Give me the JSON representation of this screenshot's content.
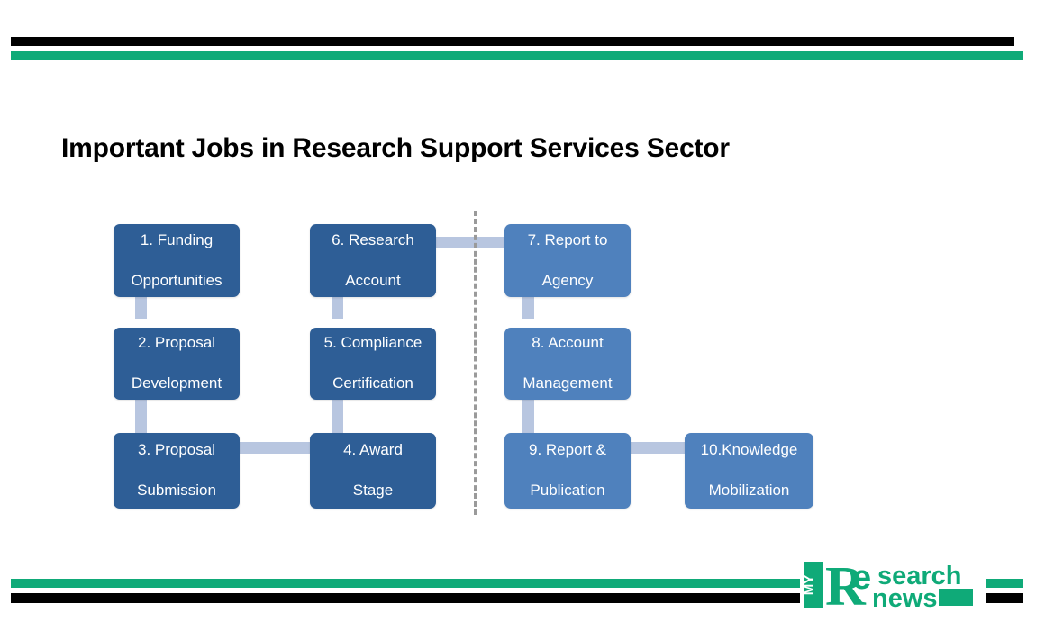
{
  "slide": {
    "title": "Important Jobs in Research Support Services Sector",
    "colors": {
      "dark_blue": "#2e5e96",
      "light_blue": "#4f81bd",
      "connector": "#b8c6e0",
      "divider": "#9a9a9a",
      "green": "#0faa78",
      "black": "#000000"
    }
  },
  "diagram": {
    "type": "flowchart",
    "boxes": [
      {
        "id": 1,
        "number": "1.",
        "label": "1. Funding\nOpportunities",
        "line1": "1. Funding",
        "line2": "Opportunities",
        "group": "pre-award",
        "shade": "dark"
      },
      {
        "id": 2,
        "number": "2.",
        "label": "2. Proposal\nDevelopment",
        "line1": "2. Proposal",
        "line2": "Development",
        "group": "pre-award",
        "shade": "dark"
      },
      {
        "id": 3,
        "number": "3.",
        "label": "3. Proposal\nSubmission",
        "line1": "3. Proposal",
        "line2": "Submission",
        "group": "pre-award",
        "shade": "dark"
      },
      {
        "id": 4,
        "number": "4.",
        "label": "4. Award\nStage",
        "line1": "4. Award",
        "line2": "Stage",
        "group": "pre-award",
        "shade": "dark"
      },
      {
        "id": 5,
        "number": "5.",
        "label": "5. Compliance\nCertification",
        "line1": "5. Compliance",
        "line2": "Certification",
        "group": "pre-award",
        "shade": "dark"
      },
      {
        "id": 6,
        "number": "6.",
        "label": "6. Research\nAccount",
        "line1": "6. Research",
        "line2": "Account",
        "group": "pre-award",
        "shade": "dark"
      },
      {
        "id": 7,
        "number": "7.",
        "label": "7. Report to\nAgency",
        "line1": "7. Report to",
        "line2": "Agency",
        "group": "post-award",
        "shade": "light"
      },
      {
        "id": 8,
        "number": "8.",
        "label": "8. Account\nManagement",
        "line1": "8. Account",
        "line2": "Management",
        "group": "post-award",
        "shade": "light"
      },
      {
        "id": 9,
        "number": "9.",
        "label": "9. Report &\nPublication",
        "line1": "9. Report &",
        "line2": "Publication",
        "group": "post-award",
        "shade": "light"
      },
      {
        "id": 10,
        "number": "10.",
        "label": "10.Knowledge\nMobilization",
        "line1": "10.Knowledge",
        "line2": "Mobilization",
        "group": "post-award",
        "shade": "light"
      }
    ],
    "connections": [
      {
        "from": 1,
        "to": 2,
        "orientation": "vertical"
      },
      {
        "from": 2,
        "to": 3,
        "orientation": "vertical"
      },
      {
        "from": 3,
        "to": 4,
        "orientation": "horizontal"
      },
      {
        "from": 4,
        "to": 5,
        "orientation": "vertical"
      },
      {
        "from": 5,
        "to": 6,
        "orientation": "vertical"
      },
      {
        "from": 6,
        "to": 7,
        "orientation": "horizontal"
      },
      {
        "from": 7,
        "to": 8,
        "orientation": "vertical"
      },
      {
        "from": 8,
        "to": 9,
        "orientation": "vertical"
      },
      {
        "from": 9,
        "to": 10,
        "orientation": "horizontal"
      }
    ],
    "divider": {
      "style": "dashed",
      "orientation": "vertical"
    }
  },
  "logo": {
    "word_my": "MY",
    "word_r": "R",
    "word_e": "e",
    "word_search": "search",
    "word_news": "news",
    "full_text": "MY Research news"
  }
}
